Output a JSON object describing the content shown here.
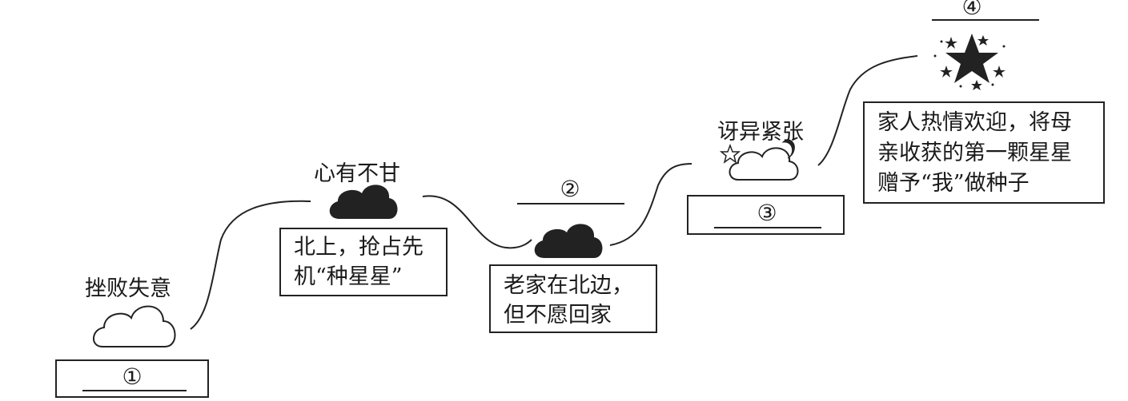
{
  "stages": [
    {
      "emotion": "挫败失意",
      "blank_number": "①"
    },
    {
      "emotion": "心有不甘",
      "event_line1": "北上，抢占先",
      "event_line2": "机“种星星”"
    },
    {
      "blank_number": "②",
      "event_line1": "老家在北边，",
      "event_line2": "但不愿回家"
    },
    {
      "emotion": "讶异紧张",
      "blank_number": "③"
    },
    {
      "blank_number": "④",
      "event_line1": "家人热情欢迎，将母",
      "event_line2": "亲收获的第一颗星星",
      "event_line3": "赠予“我”做种子"
    }
  ],
  "icons": {
    "stage1": "outline-cloud-icon",
    "stage2": "dark-cloud-icon",
    "stage3": "dark-cloud-icon",
    "stage4": "cloud-with-moon-and-star-icon",
    "stage5": "star-cluster-icon"
  },
  "colors": {
    "ink": "#1a1a1a",
    "background": "#ffffff"
  }
}
